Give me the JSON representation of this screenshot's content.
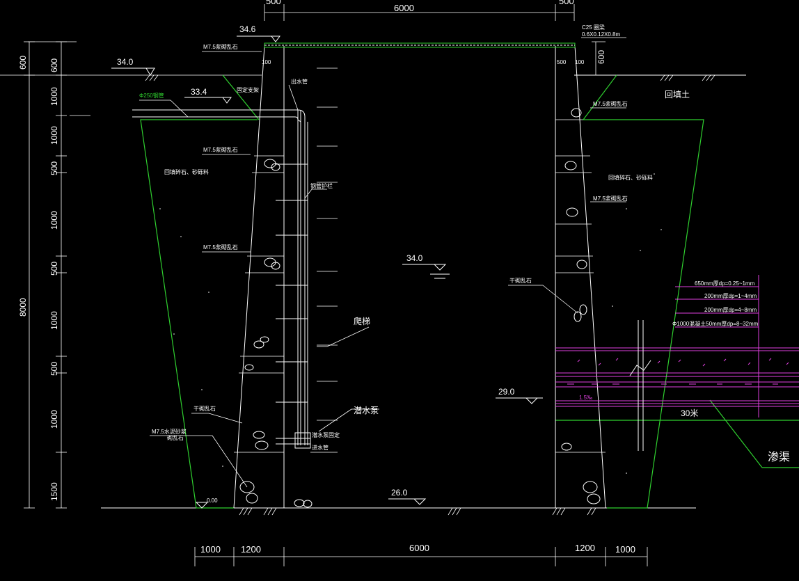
{
  "colors": {
    "background": "#000000",
    "line": "#ffffff",
    "outline": "#2fd02f",
    "filter": "#e040e0"
  },
  "dimensions": {
    "top_left": "500",
    "top_center": "6000",
    "top_right": "500",
    "bottom_1000_left": "1000",
    "bottom_1200_left": "1200",
    "bottom_center": "6000",
    "bottom_1200_right": "1200",
    "bottom_1000_right": "1000",
    "left_outer": [
      {
        "text": "600"
      },
      {
        "text": "8000"
      }
    ],
    "left_inner": [
      {
        "text": "600"
      },
      {
        "text": "1000"
      },
      {
        "text": "1000"
      },
      {
        "text": "500"
      },
      {
        "text": "1000"
      },
      {
        "text": "500"
      },
      {
        "text": "1000"
      },
      {
        "text": "500"
      },
      {
        "text": "1000"
      },
      {
        "text": "1500"
      }
    ],
    "right_600": "600",
    "small_100_left": "100",
    "small_500_right": "500",
    "small_100_right": "100"
  },
  "elevations": {
    "top": "34.6",
    "ground_left": "34.0",
    "pipe": "33.4",
    "water": "34.0",
    "inlet": "29.0",
    "bottom": "26.0",
    "base_left": "0.00"
  },
  "labels": {
    "ring_beam_1": "C25 圈梁",
    "ring_beam_2": "0.6X0.12X0.8m",
    "m75_top_left": "M7.5浆砌乱石",
    "m75_left_1": "M7.5浆砌乱石",
    "m75_left_2": "M7.5浆砌乱石",
    "m75_right_1": "M7.5浆砌乱石",
    "m75_right_2": "M7.5浆砌乱石",
    "m75_bottom_1": "M7.5水泥砂浆",
    "m75_bottom_2": "砌乱石",
    "dry_stone_left": "干砌乱石",
    "dry_stone_right": "干砌乱石",
    "pipe_dia": "Φ250钢管",
    "backfill_left": "回填碎石、砂砾料",
    "backfill_right": "回填碎石、砂砾料",
    "backfill_soil": "回填土",
    "ladder": "爬梯",
    "pump": "潜水泵",
    "gully": "渗渠",
    "seepage_len": "30米",
    "slope": "1.5‰",
    "filter_1": "650mm厚dp=0.25~1mm",
    "filter_2": "200mm厚dp=1~4mm",
    "filter_3": "200mm厚dp=4~8mm",
    "filter_4": "Φ1000混凝土50mm厚dp=8~32mm",
    "pipe_small_1": "出水管",
    "pipe_small_2": "钢管护栏",
    "pipe_small_3": "潜水泵固定",
    "pipe_small_4": "进水管",
    "pipe_small_5": "固定支架"
  },
  "icons": {
    "elev_marker": "triangle-elevation-icon",
    "ground_hatch": "ground-hatch-icon",
    "stone": "rubble-stone-icon",
    "break": "break-line-icon"
  }
}
